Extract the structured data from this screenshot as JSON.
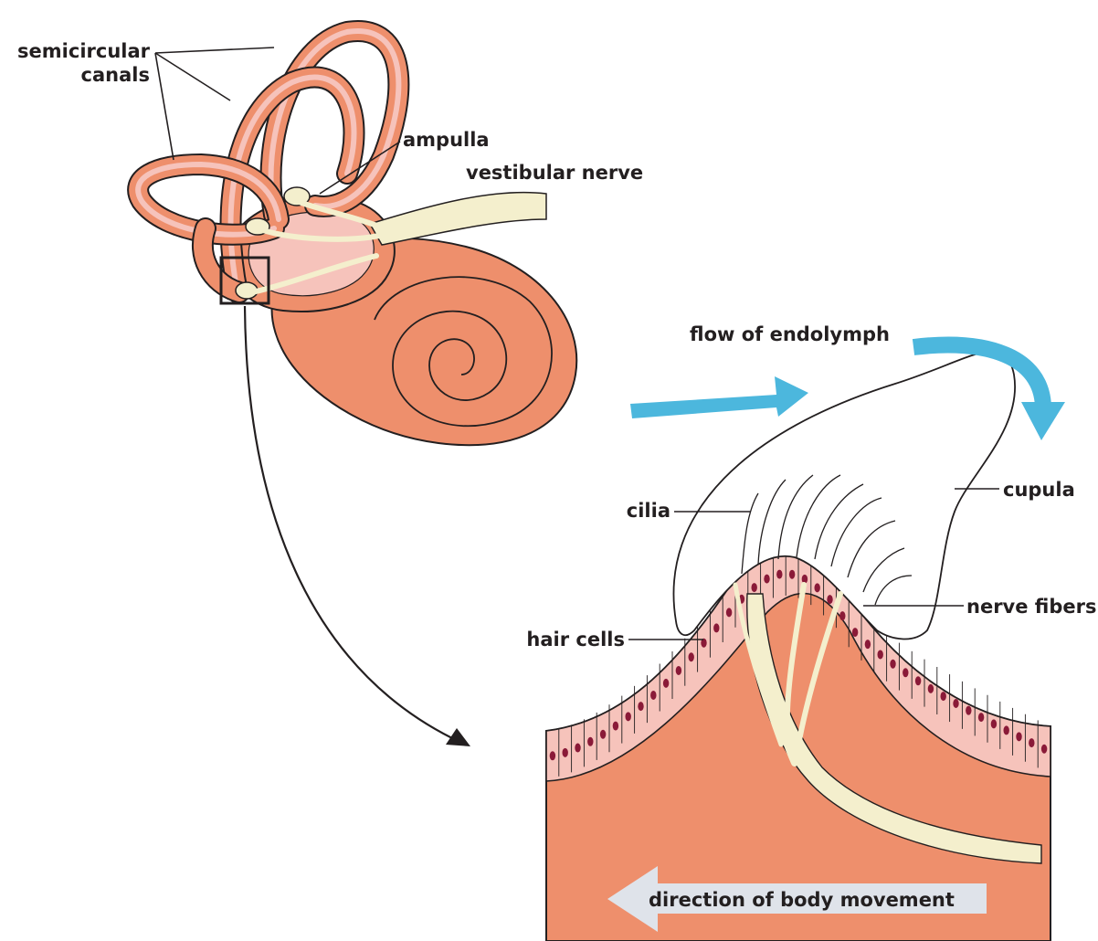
{
  "labels": {
    "semicircular_canals_line1": "semicircular",
    "semicircular_canals_line2": "canals",
    "ampulla": "ampulla",
    "vestibular_nerve": "vestibular nerve",
    "flow_of_endolymph": "flow of endolymph",
    "cupula": "cupula",
    "cilia": "cilia",
    "nerve_fibers": "nerve fibers",
    "hair_cells": "hair cells",
    "direction_of_body_movement": "direction of body movement"
  },
  "colors": {
    "tissue": "#ee8f6c",
    "tissue_light": "#f6c3bb",
    "nerve": "#f4efcd",
    "flow_arrow": "#4cb7dd",
    "movement_arrow": "#dfe3ea",
    "outline": "#231f20",
    "nucleus": "#8a1a38"
  },
  "icons": {
    "flow_arrow_left": "right-arrow",
    "flow_arrow_right": "curved-down-arrow",
    "movement_arrow": "left-arrow",
    "zoom_arrow": "curved-arrow"
  }
}
